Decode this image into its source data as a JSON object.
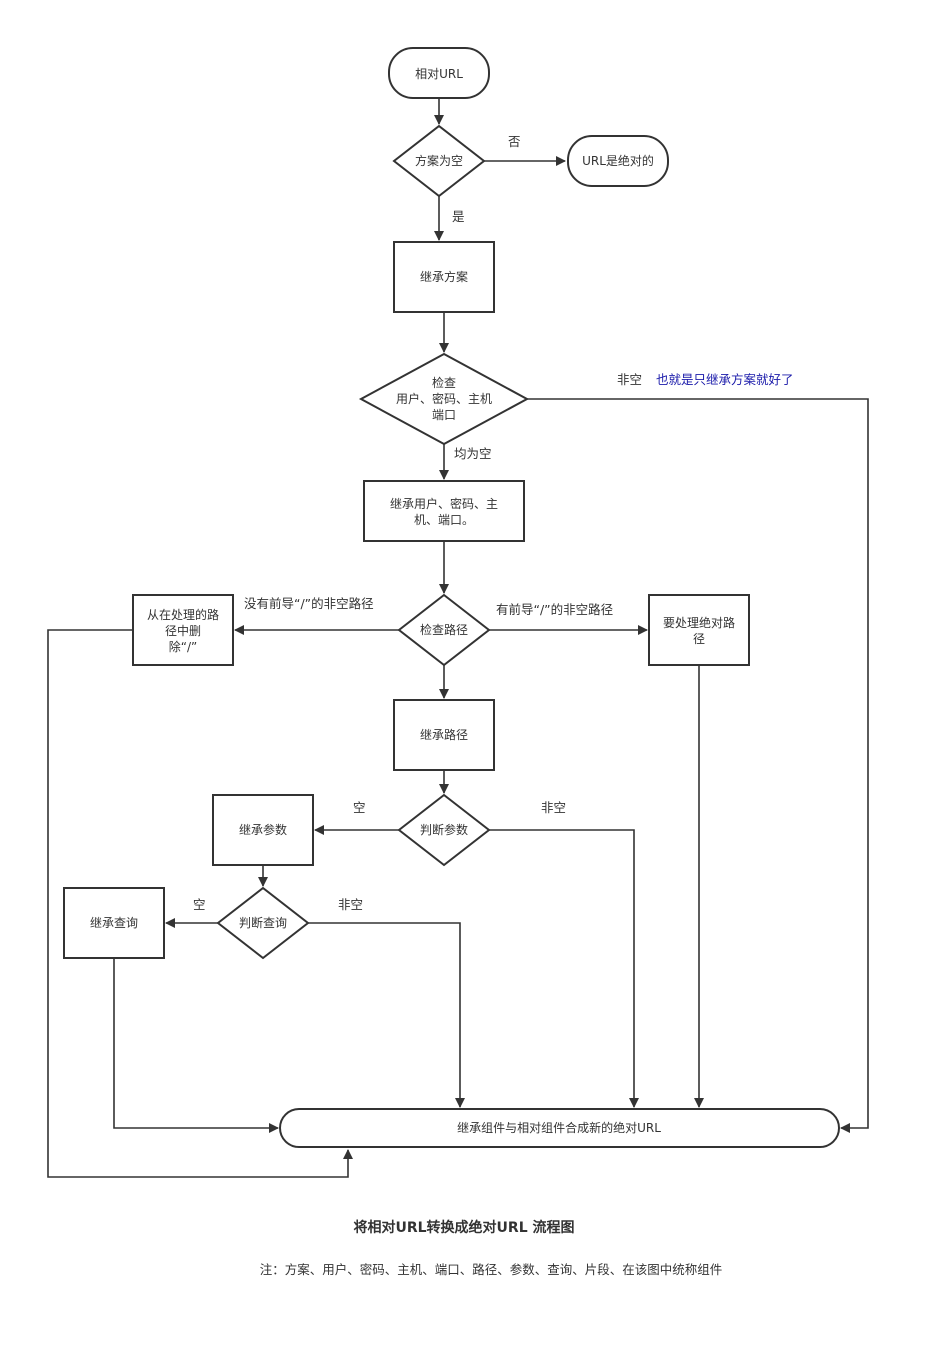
{
  "diagram": {
    "title": "将相对URL转换成绝对URL 流程图",
    "footnote": "注：方案、用户、密码、主机、端口、路径、参数、查询、片段、在该图中统称组件",
    "nodes": {
      "start": "相对URL",
      "scheme_empty": "方案为空",
      "url_absolute": "URL是绝对的",
      "inherit_scheme": "继承方案",
      "check_userinfo": [
        "检查",
        "用户、密码、主机",
        "端口"
      ],
      "inherit_userinfo": [
        "继承用户、密码、主",
        "机、端口。"
      ],
      "check_path": "检查路径",
      "remove_from_path": [
        "从在处理的路",
        "径中删",
        "除“/”"
      ],
      "absolute_path": [
        "要处理绝对路",
        "径"
      ],
      "inherit_path": "继承路径",
      "check_params": "判断参数",
      "inherit_params": "继承参数",
      "check_query": "判断查询",
      "inherit_query": "继承查询",
      "combine": "继承组件与相对组件合成新的绝对URL"
    },
    "edge_labels": {
      "no": "否",
      "yes": "是",
      "not_empty_1": "非空",
      "not_empty_note": "也就是只继承方案就好了",
      "all_empty": "均为空",
      "no_leading_slash": "没有前导“/”的非空路径",
      "leading_slash": "有前导“/”的非空路径",
      "params_empty": "空",
      "params_not_empty": "非空",
      "query_empty": "空",
      "query_not_empty": "非空"
    }
  }
}
